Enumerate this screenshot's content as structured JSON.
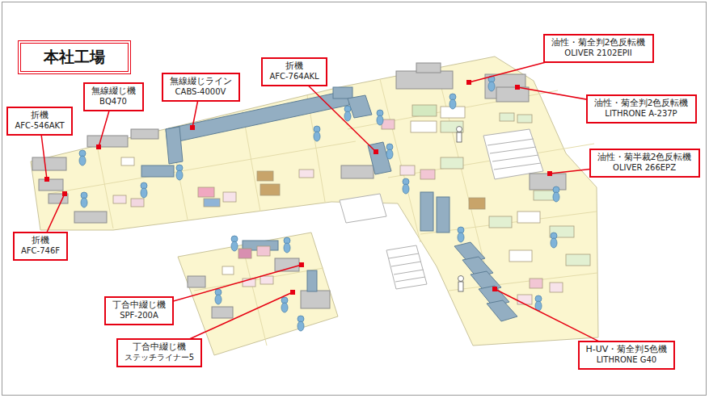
{
  "diagram": {
    "title": "本社工場",
    "nodes": [
      {
        "text": [
          "無線綴じ機",
          "BQ470"
        ]
      },
      {
        "text": [
          "無線綴じライン",
          "CABS-4000V"
        ]
      },
      {
        "text": [
          "折機",
          "AFC-764AKL"
        ]
      },
      {
        "text": [
          "油性・菊全判2色反転機",
          "OLIVER 2102EPII"
        ]
      },
      {
        "text": [
          "折機",
          "AFC-546AKT"
        ]
      },
      {
        "text": [
          "油性・菊全判2色反転機",
          "LITHRONE A-237P"
        ]
      },
      {
        "text": [
          "油性・菊半裁2色反転機",
          "OLIVER 266EPZ"
        ]
      },
      {
        "text": [
          "折機",
          "AFC-746F"
        ]
      },
      {
        "text": [
          "丁合中綴じ機",
          "SPF-200A"
        ]
      },
      {
        "text": [
          "丁合中綴じ機",
          "ステッチライナー5"
        ]
      },
      {
        "text": [
          "H-UV・菊全判5色機",
          "LITHRONE G40"
        ]
      }
    ]
  }
}
